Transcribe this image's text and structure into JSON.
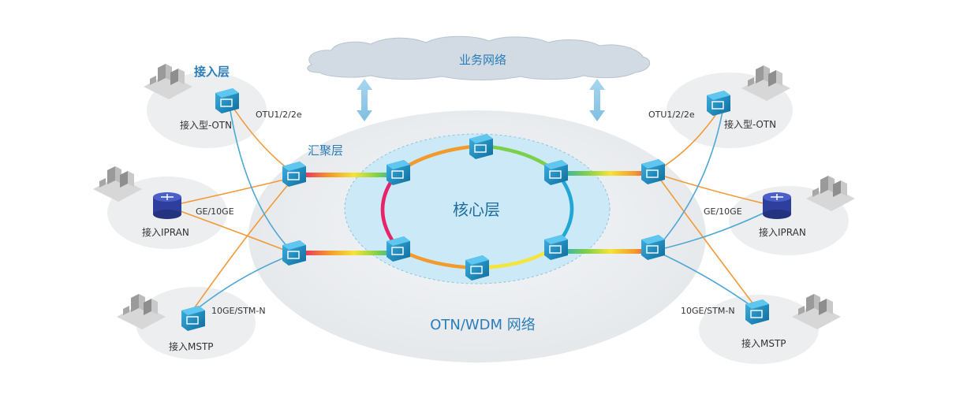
{
  "cloud": {
    "label": "业务网络"
  },
  "layers": {
    "access": "接入层",
    "aggregation": "汇聚层",
    "core": "核心层",
    "network": "OTN/WDM 网络"
  },
  "sites": {
    "left_otn": "接入型-OTN",
    "left_ipran": "接入IPRAN",
    "left_mstp": "接入MSTP",
    "right_otn": "接入型-OTN",
    "right_ipran": "接入IPRAN",
    "right_mstp": "接入MSTP"
  },
  "links": {
    "left_otu": "OTU1/2/2e",
    "left_ge": "GE/10GE",
    "left_10ge": "10GE/STM-N",
    "right_otu": "OTU1/2/2e",
    "right_ge": "GE/10GE",
    "right_10ge": "10GE/STM-N"
  },
  "colors": {
    "node": "#1b7fb0",
    "text_blue": "#2a7db8",
    "orange_link": "#f29a3a",
    "blue_link": "#4da8d4",
    "core_fill": "#cbe9f6"
  },
  "icons": {
    "otn_node": "otn-device-icon",
    "router": "router-icon",
    "building": "building-icon",
    "arrow": "double-arrow-icon"
  }
}
